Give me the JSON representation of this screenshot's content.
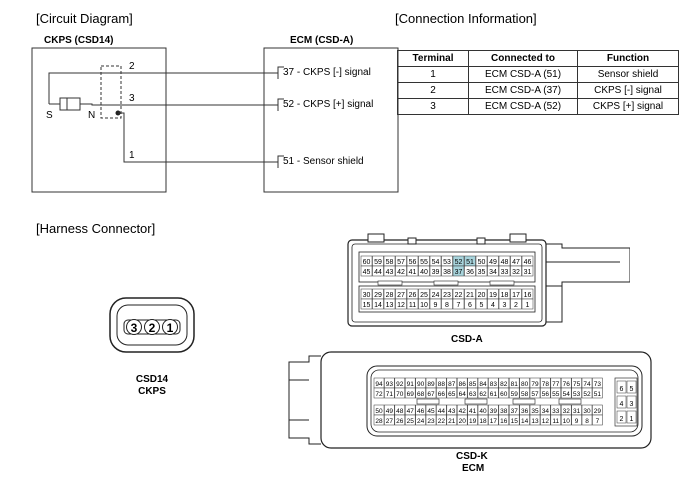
{
  "sections": {
    "circuit": "[Circuit Diagram]",
    "connection": "[Connection Information]",
    "harness": "[Harness Connector]"
  },
  "circuit": {
    "left_box_title": "CKPS (CSD14)",
    "right_box_title": "ECM (CSD-A)",
    "sensor_s": "S",
    "sensor_n": "N",
    "pins": [
      "2",
      "3",
      "1"
    ],
    "signals": [
      "37 - CKPS [-] signal",
      "52 - CKPS [+] signal",
      "51 - Sensor shield"
    ]
  },
  "table": {
    "headers": [
      "Terminal",
      "Connected to",
      "Function"
    ],
    "rows": [
      [
        "1",
        "ECM CSD-A (51)",
        "Sensor shield"
      ],
      [
        "2",
        "ECM CSD-A (37)",
        "CKPS [-] signal"
      ],
      [
        "3",
        "ECM CSD-A (52)",
        "CKPS [+] signal"
      ]
    ]
  },
  "harness": {
    "ckps_pins": [
      "3",
      "2",
      "1"
    ],
    "ckps_label1": "CSD14",
    "ckps_label2": "CKPS",
    "csda_label": "CSD-A",
    "csda_highlight": [
      "52",
      "51",
      "37"
    ],
    "csda_rows": [
      [
        "60",
        "59",
        "58",
        "57",
        "56",
        "55",
        "54",
        "53",
        "52",
        "51",
        "50",
        "49",
        "48",
        "47",
        "46"
      ],
      [
        "45",
        "44",
        "43",
        "42",
        "41",
        "40",
        "39",
        "38",
        "37",
        "36",
        "35",
        "34",
        "33",
        "32",
        "31"
      ],
      [
        "30",
        "29",
        "28",
        "27",
        "26",
        "25",
        "24",
        "23",
        "22",
        "21",
        "20",
        "19",
        "18",
        "17",
        "16"
      ],
      [
        "15",
        "14",
        "13",
        "12",
        "11",
        "10",
        "9",
        "8",
        "7",
        "6",
        "5",
        "4",
        "3",
        "2",
        "1"
      ]
    ],
    "csdk_label1": "CSD-K",
    "csdk_label2": "ECM",
    "csdk_rows": [
      [
        "94",
        "93",
        "92",
        "91",
        "90",
        "89",
        "88",
        "87",
        "86",
        "85",
        "84",
        "83",
        "82",
        "81",
        "80",
        "79",
        "78",
        "77",
        "76",
        "75",
        "74",
        "73"
      ],
      [
        "72",
        "71",
        "70",
        "69",
        "68",
        "67",
        "66",
        "65",
        "64",
        "63",
        "62",
        "61",
        "60",
        "59",
        "58",
        "57",
        "56",
        "55",
        "54",
        "53",
        "52",
        "51"
      ],
      [
        "50",
        "49",
        "48",
        "47",
        "46",
        "45",
        "44",
        "43",
        "42",
        "41",
        "40",
        "39",
        "38",
        "37",
        "36",
        "35",
        "34",
        "33",
        "32",
        "31",
        "30",
        "29"
      ],
      [
        "28",
        "27",
        "26",
        "25",
        "24",
        "23",
        "22",
        "21",
        "20",
        "19",
        "18",
        "17",
        "16",
        "15",
        "14",
        "13",
        "12",
        "11",
        "10",
        "9",
        "8",
        "7"
      ]
    ],
    "csdk_side": [
      [
        "6",
        "5"
      ],
      [
        "4",
        "3"
      ],
      [
        "2",
        "1"
      ]
    ]
  },
  "colors": {
    "highlight": "#a8d4dc",
    "line": "#333333"
  }
}
